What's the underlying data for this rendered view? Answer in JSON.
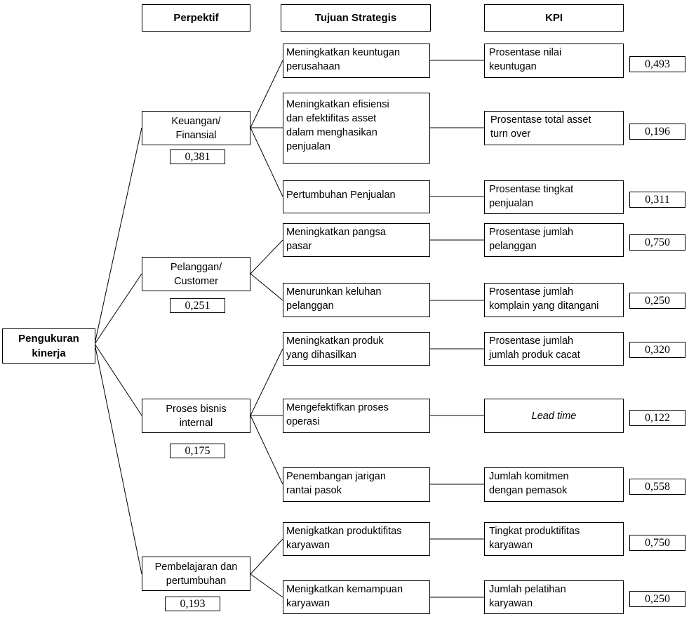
{
  "headers": {
    "perspective": "Perpektif",
    "objective": "Tujuan Strategis",
    "kpi": "KPI"
  },
  "root": "Pengukuran\nkinerja",
  "perspectives": [
    {
      "label": "Keuangan/\nFinansial",
      "weight": "0,381"
    },
    {
      "label": "Pelanggan/\nCustomer",
      "weight": "0,251"
    },
    {
      "label": "Proses bisnis\ninternal",
      "weight": "0,175"
    },
    {
      "label": "Pembelajaran dan\npertumbuhan",
      "weight": "0,193"
    }
  ],
  "objectives": [
    {
      "label": "Meningkatkan keuntugan\nperusahaan"
    },
    {
      "label": "Meningkatkan efisiensi\ndan efektifitas asset\ndalam menghasikan\npenjualan"
    },
    {
      "label": "Pertumbuhan Penjualan"
    },
    {
      "label": "Meningkatkan pangsa\npasar"
    },
    {
      "label": "Menurunkan keluhan\npelanggan"
    },
    {
      "label": "Meningkatkan produk\nyang dihasilkan"
    },
    {
      "label": "Mengefektifkan proses\noperasi"
    },
    {
      "label": "Penembangan jarigan\nrantai pasok"
    },
    {
      "label": "Menigkatkan produktifitas\nkaryawan"
    },
    {
      "label": "Menigkatkan kemampuan\nkaryawan"
    }
  ],
  "kpis": [
    {
      "label": "Prosentase nilai\nkeuntugan",
      "weight": "0,493"
    },
    {
      "label": "Prosentase total asset\nturn over",
      "weight": "0,196"
    },
    {
      "label": "Prosentase tingkat\npenjualan",
      "weight": "0,311"
    },
    {
      "label": "Prosentase jumlah\npelanggan",
      "weight": "0,750"
    },
    {
      "label": "Prosentase jumlah\nkomplain yang ditangani",
      "weight": "0,250"
    },
    {
      "label": "Prosentase jumlah\njumlah produk cacat",
      "weight": "0,320"
    },
    {
      "label": "Lead time",
      "weight": "0,122"
    },
    {
      "label": "Jumlah komitmen\ndengan pemasok",
      "weight": "0,558"
    },
    {
      "label": "Tingkat produktifitas\nkaryawan",
      "weight": "0,750"
    },
    {
      "label": "Jumlah pelatihan\nkaryawan",
      "weight": "0,250"
    }
  ]
}
